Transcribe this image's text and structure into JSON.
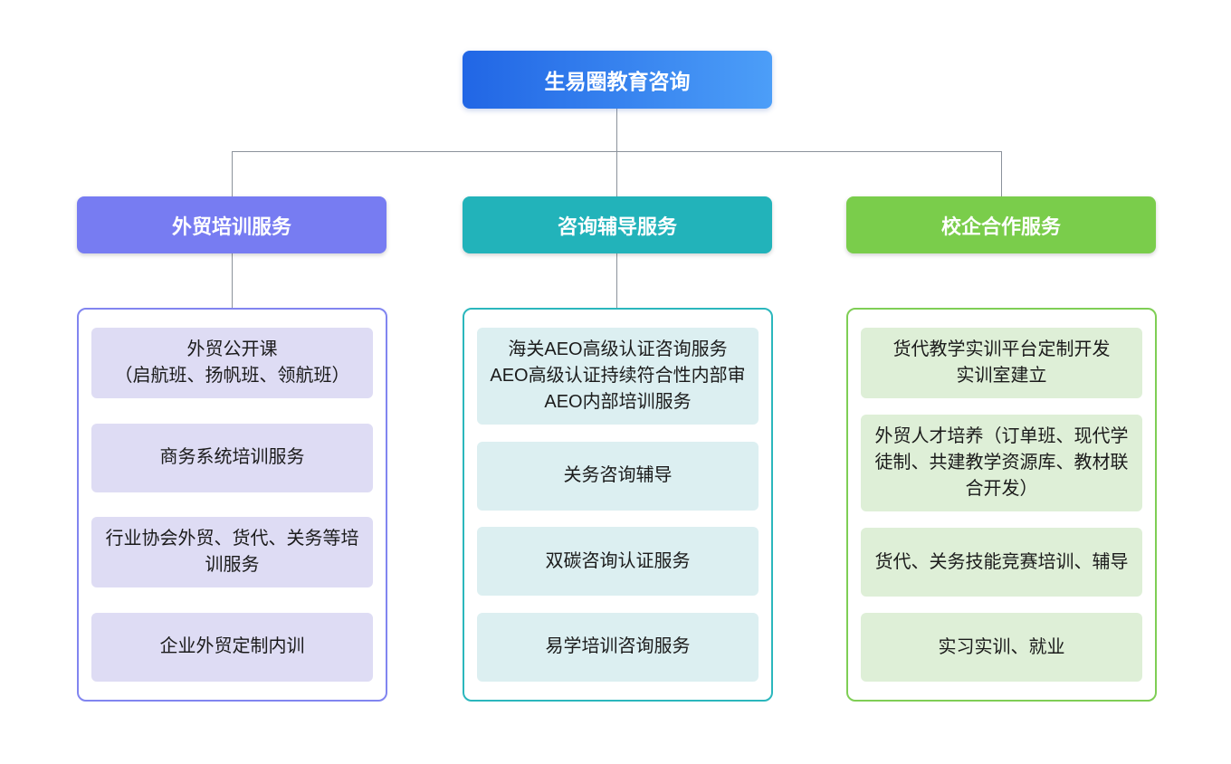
{
  "root": {
    "label": "生易圈教育咨询"
  },
  "branches": [
    {
      "label": "外贸培训服务",
      "items": [
        "外贸公开课\n（启航班、扬帆班、领航班）",
        "商务系统培训服务",
        "行业协会外贸、货代、关务等培训服务",
        "企业外贸定制内训"
      ]
    },
    {
      "label": "咨询辅导服务",
      "items": [
        "海关AEO高级认证咨询服务\nAEO高级认证持续符合性内部审\nAEO内部培训服务",
        "关务咨询辅导",
        "双碳咨询认证服务",
        "易学培训咨询服务"
      ]
    },
    {
      "label": "校企合作服务",
      "items": [
        "货代教学实训平台定制开发\n实训室建立",
        "外贸人才培养（订单班、现代学徒制、共建教学资源库、教材联合开发）",
        "货代、关务技能竞赛培训、辅导",
        "实习实训、就业"
      ]
    }
  ],
  "colors": {
    "root-grad-start": "#2166E5",
    "root-grad-end": "#4C9EF8",
    "branch1": "#777CF2",
    "branch1-light": "#DEDCF4",
    "branch1-border": "#8185F0",
    "branch2": "#22B3BA",
    "branch2-light": "#DCEFF1",
    "branch2-border": "#2BB7BD",
    "branch3": "#7ACD4B",
    "branch3-light": "#DEEFD7",
    "branch3-border": "#7FCE55",
    "connector": "#8B929B"
  }
}
